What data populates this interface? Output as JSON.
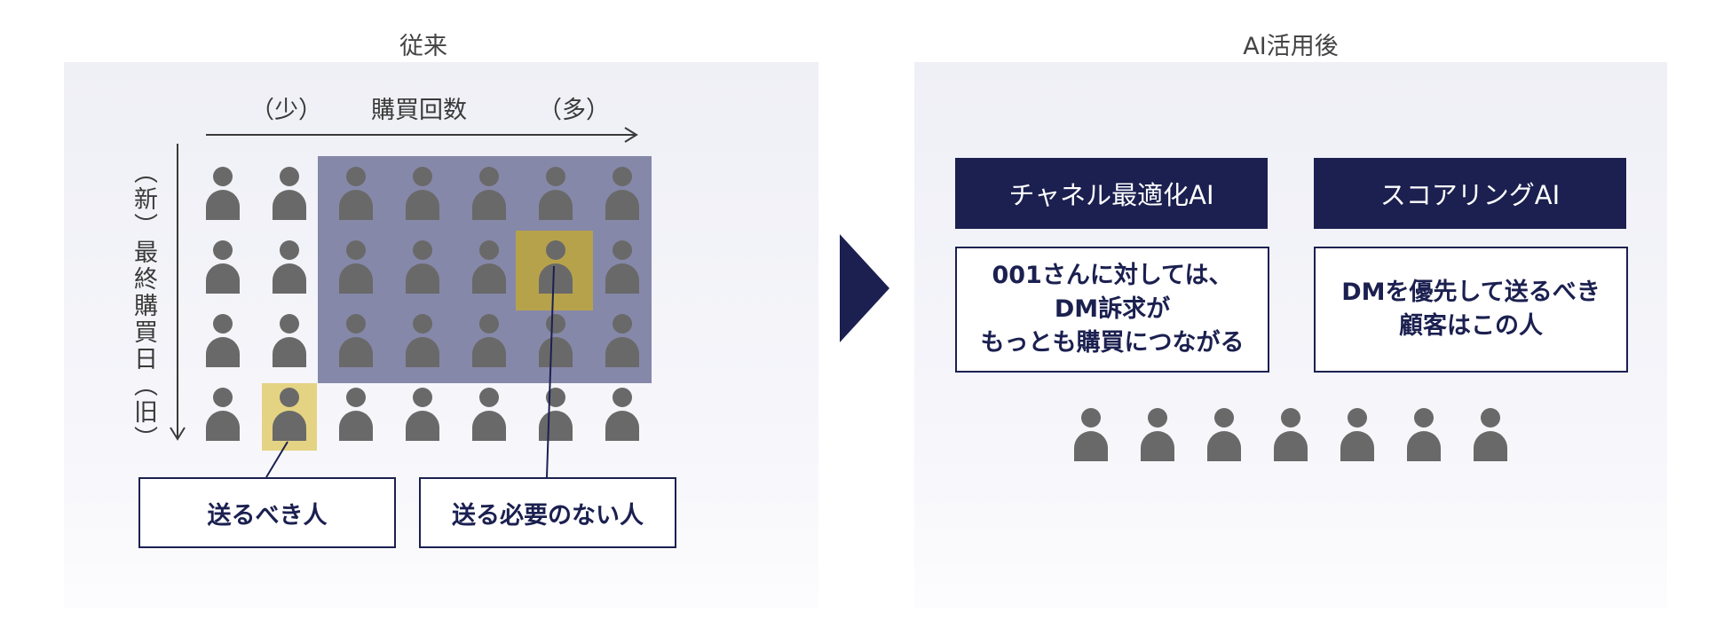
{
  "left": {
    "title": "従来",
    "x_axis": {
      "few": "（少）",
      "label": "購買回数",
      "many": "（多）"
    },
    "y_axis": {
      "label": "（新）最終購買日（旧）"
    },
    "callouts": {
      "send": "送るべき人",
      "no_need": "送る必要のない人"
    },
    "grid": {
      "rows": 4,
      "cols": 7
    }
  },
  "right": {
    "title": "AI活用後",
    "channel_ai": {
      "header": "チャネル最適化AI",
      "lines": [
        "001さんに対しては、",
        "DM訴求が",
        "もっとも購買につながる"
      ]
    },
    "scoring_ai": {
      "header": "スコアリングAI",
      "lines": [
        "DMを優先して送るべき",
        "顧客はこの人"
      ]
    },
    "people_count": 7
  },
  "colors": {
    "navy": "#1b2050",
    "region_no_need": "#8688a9",
    "highlight_no_need": "#b7a24c",
    "highlight_send": "#e5d384",
    "person": "#696969"
  },
  "icons": {
    "person": "person-icon",
    "arrow": "chevron-right-icon"
  }
}
